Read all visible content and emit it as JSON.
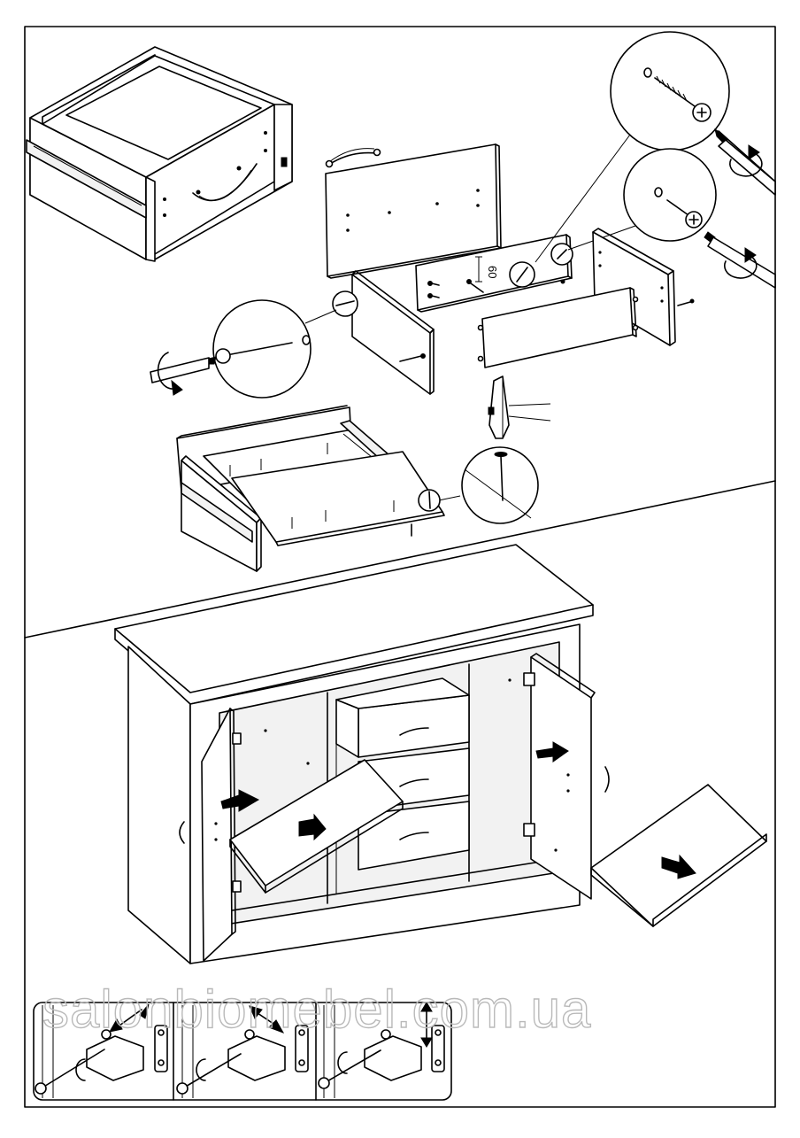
{
  "dimension_label": "60",
  "watermark": "salonbiomebel.com.ua",
  "hinge_steps": [
    "hinge-adjust-horizontal",
    "hinge-adjust-depth",
    "hinge-adjust-vertical"
  ],
  "colors": {
    "line": "#000000",
    "background": "#ffffff",
    "watermark": "#b9b9b9"
  },
  "icons": [
    "screw-icon",
    "screwdriver-icon",
    "rotate-arrow-icon",
    "hammer-icon",
    "nail-icon",
    "handle-icon",
    "push-arrow-icon",
    "hinge-icon"
  ]
}
